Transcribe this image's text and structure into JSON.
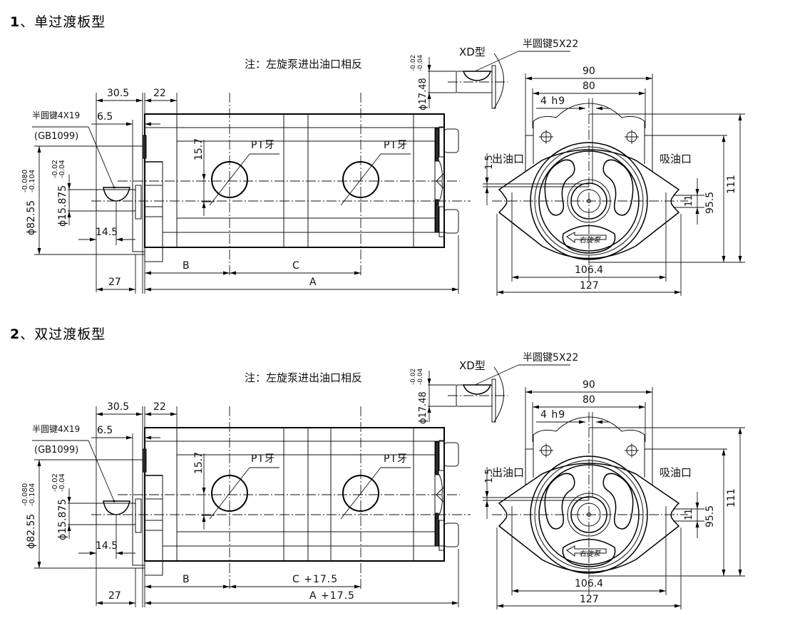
{
  "sections": [
    {
      "number": "1",
      "separator": "、",
      "title": "单过渡板型",
      "note": "注：左旋泵进出油口相反",
      "dims": {
        "shaft_key": "半圆键4X19",
        "shaft_key_std": "(GB1099)",
        "d30_5": "30.5",
        "d22": "22",
        "d6_5": "6.5",
        "d15_7": "15.7",
        "d14_5": "14.5",
        "d27": "27",
        "pilot_dia": "ϕ82.55",
        "pilot_tol_upper": "-0.080",
        "pilot_tol_lower": "-0.104",
        "shaft_dia": "ϕ15.875",
        "shaft_tol_upper": "-0.02",
        "shaft_tol_lower": "-0.04",
        "port_thread_1": "PT牙",
        "port_thread_2": "PT牙",
        "B": "B",
        "C": "C",
        "A": "A",
        "xd_type": "XD型",
        "xd_key": "半圆键5X22",
        "xd_dia": "ϕ17.48",
        "xd_tol_upper": "-0.02",
        "xd_tol_lower": "-0.04",
        "w90": "90",
        "w80": "80",
        "key_h9": "4 h9",
        "d1_5": "1.5",
        "outlet": "出油口",
        "inlet": "吸油口",
        "d11": "11",
        "d95_5": "95.5",
        "d111": "111",
        "d106_4": "106.4",
        "d127": "127",
        "rotation_label": "右旋泵"
      },
      "double_plate": false
    },
    {
      "number": "2",
      "separator": "、",
      "title": "双过渡板型",
      "note": "注：左旋泵进出油口相反",
      "dims": {
        "shaft_key": "半圆键4X19",
        "shaft_key_std": "(GB1099)",
        "d30_5": "30.5",
        "d22": "22",
        "d6_5": "6.5",
        "d15_7": "15.7",
        "d14_5": "14.5",
        "d27": "27",
        "pilot_dia": "ϕ82.55",
        "pilot_tol_upper": "-0.080",
        "pilot_tol_lower": "-0.104",
        "shaft_dia": "ϕ15.875",
        "shaft_tol_upper": "-0.02",
        "shaft_tol_lower": "-0.04",
        "port_thread_1": "PT牙",
        "port_thread_2": "PT牙",
        "B": "B",
        "C": "C +17.5",
        "A": "A +17.5",
        "xd_type": "XD型",
        "xd_key": "半圆键5X22",
        "xd_dia": "ϕ17.48",
        "xd_tol_upper": "-0.02",
        "xd_tol_lower": "-0.04",
        "w90": "90",
        "w80": "80",
        "key_h9": "4 h9",
        "d1_5": "1.5",
        "outlet": "出油口",
        "inlet": "吸油口",
        "d11": "11",
        "d95_5": "95.5",
        "d111": "111",
        "d106_4": "106.4",
        "d127": "127",
        "rotation_label": "右旋泵"
      },
      "double_plate": true
    }
  ]
}
